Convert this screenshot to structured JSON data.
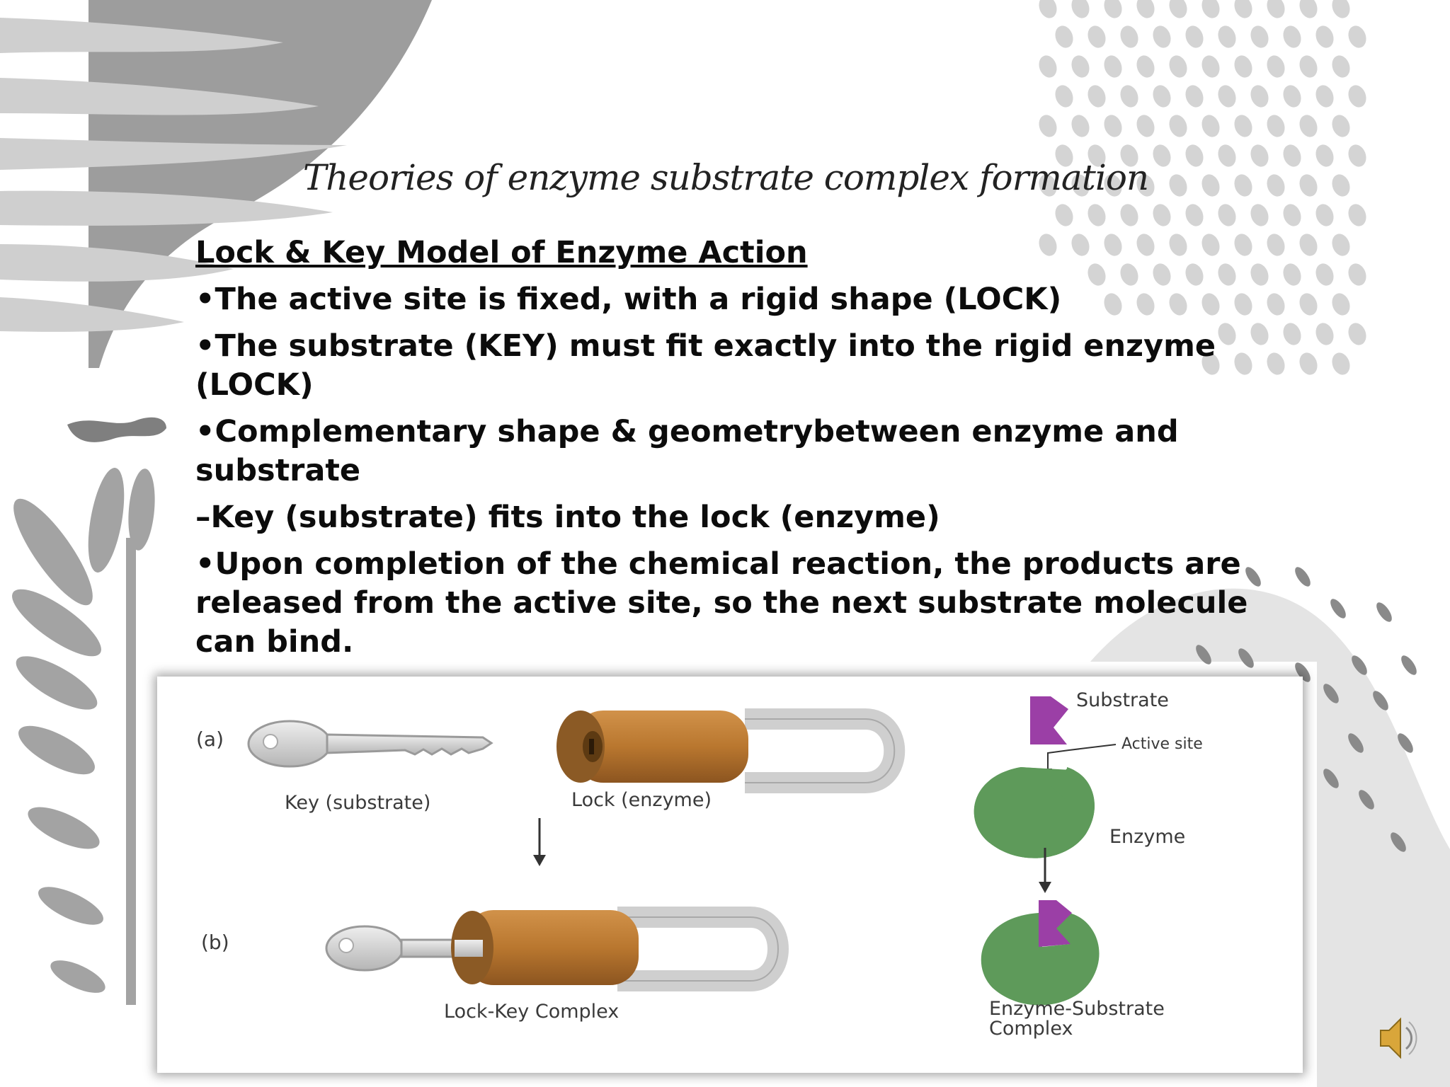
{
  "slide": {
    "title": "Theories of enzyme substrate complex formation",
    "heading": "Lock & Key Model of Enzyme Action",
    "bullets": [
      "•The active site is fixed, with a rigid shape (LOCK)",
      "•The substrate (KEY) must fit exactly into the rigid enzyme (LOCK)",
      "•Complementary shape & geometrybetween enzyme and substrate",
      "–Key (substrate) fits into the lock (enzyme)",
      "•Upon completion of the chemical reaction, the products are released from the active site, so the next substrate molecule can bind."
    ]
  },
  "figure": {
    "label_a": "(a)",
    "label_b": "(b)",
    "key_label": "Key (substrate)",
    "lock_label": "Lock (enzyme)",
    "complex_label": "Lock-Key Complex",
    "substrate_label": "Substrate",
    "active_site_label": "Active site",
    "enzyme_label": "Enzyme",
    "es_complex_line1": "Enzyme-Substrate",
    "es_complex_line2": "Complex",
    "colors": {
      "lock_body": "#b9772f",
      "lock_dark": "#7a4a18",
      "shackle": "#d7d7d7",
      "key": "#cfcfcf",
      "enzyme": "#5e9a5a",
      "substrate": "#9b3fa6"
    }
  },
  "controls": {
    "audio_icon": "speaker-icon"
  }
}
